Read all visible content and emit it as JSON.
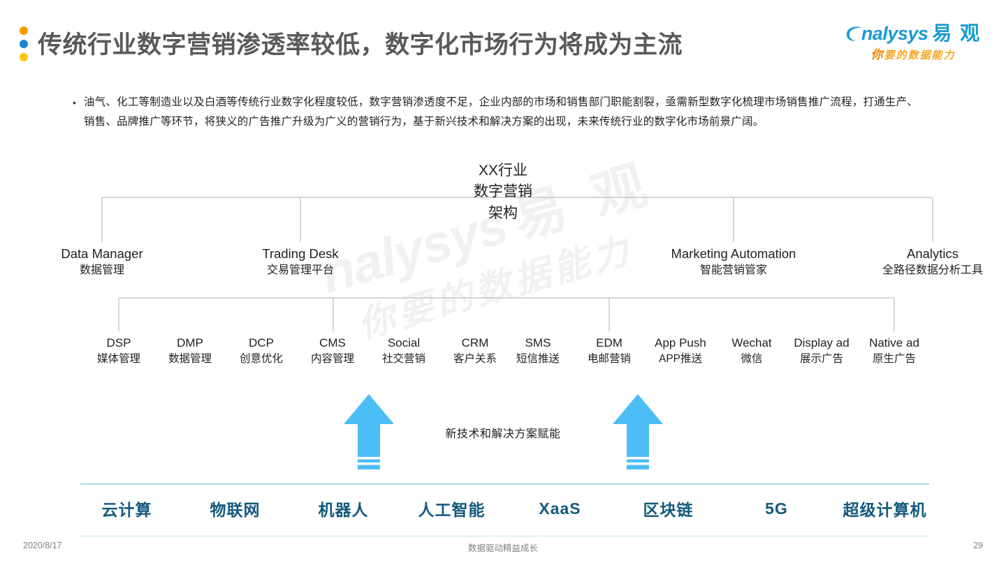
{
  "header": {
    "title": "传统行业数字营销渗透率较低，数字化市场行为将成为主流",
    "dots": [
      "orange-dot",
      "blue-dot",
      "yellow-dot"
    ],
    "dot_colors": [
      "#F59B00",
      "#1787D4",
      "#FDC513"
    ]
  },
  "logo": {
    "brand_en": "nalysys",
    "brand_cn": "易 观",
    "tagline_lead": "你",
    "tagline_rest": "要的数据能力",
    "brand_color": "#1A9AD7",
    "tagline_color": "#F5A623"
  },
  "body": {
    "bullet": "•",
    "paragraph": "油气、化工等制造业以及白酒等传统行业数字化程度较低，数字营销渗透度不足，企业内部的市场和销售部门职能割裂，亟需新型数字化梳理市场销售推广流程，打通生产、销售、品牌推广等环节，将狭义的广告推广升级为广义的营销行为，基于新兴技术和解决方案的出现，未来传统行业的数字化市场前景广阔。"
  },
  "diagram": {
    "root": {
      "line1": "XX行业",
      "line2": "数字营销",
      "line3": "架构"
    },
    "level2": [
      {
        "en": "Data Manager",
        "cn": "数据管理"
      },
      {
        "en": "Trading Desk",
        "cn": "交易管理平台"
      },
      {
        "en": "Marketing Automation",
        "cn": "智能营销管家"
      },
      {
        "en": "Analytics",
        "cn": "全路径数据分析工具"
      }
    ],
    "leaves": [
      {
        "en": "DSP",
        "cn": "媒体管理"
      },
      {
        "en": "DMP",
        "cn": "数据管理"
      },
      {
        "en": "DCP",
        "cn": "创意优化"
      },
      {
        "en": "CMS",
        "cn": "内容管理"
      },
      {
        "en": "Social",
        "cn": "社交营销"
      },
      {
        "en": "CRM",
        "cn": "客户关系"
      },
      {
        "en": "SMS",
        "cn": "短信推送"
      },
      {
        "en": "EDM",
        "cn": "电邮营销"
      },
      {
        "en": "App Push",
        "cn": "APP推送"
      },
      {
        "en": "Wechat",
        "cn": "微信"
      },
      {
        "en": "Display ad",
        "cn": "展示广告"
      },
      {
        "en": "Native ad",
        "cn": "原生广告"
      }
    ],
    "line_color": "#BCBEC0"
  },
  "enablement": {
    "label": "新技术和解决方案赋能",
    "arrow_color": "#4DBEF5",
    "arrows": [
      "up-arrow-left",
      "up-arrow-right"
    ]
  },
  "technologies": [
    "云计算",
    "物联网",
    "机器人",
    "人工智能",
    "XaaS",
    "区块链",
    "5G",
    "超级计算机"
  ],
  "technology_color": "#14597D",
  "footer": {
    "date": "2020/8/17",
    "center": "数据驱动精益成长",
    "page": "29"
  },
  "watermark": {
    "line1_en": "nalysys",
    "line1_cn": "易 观",
    "line2": "你要的数据能力"
  }
}
